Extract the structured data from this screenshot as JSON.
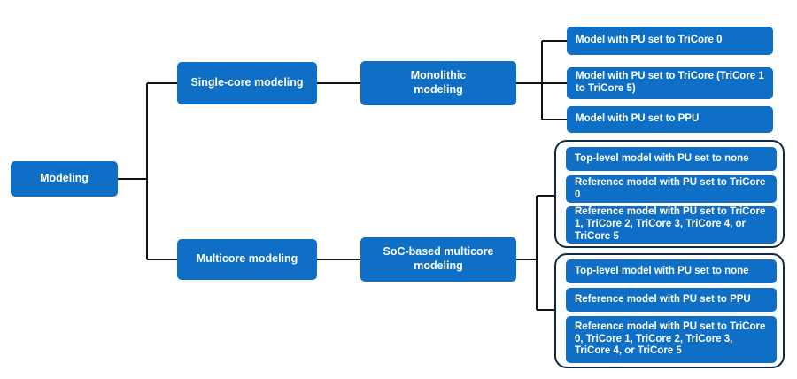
{
  "colors": {
    "node_fill": "#0f6fc6",
    "node_text": "#ffffff",
    "connector": "#111111",
    "group_border": "#0f2a44"
  },
  "root": {
    "label": "Modeling"
  },
  "branches": [
    {
      "label": "Single-core modeling",
      "approach": "Monolithic modeling",
      "leaves": [
        "Model with PU set to TriCore 0",
        "Model with PU set to TriCore (TriCore 1 to TriCore 5)",
        "Model with PU set to PPU"
      ]
    },
    {
      "label": "Multicore modeling",
      "approach": "SoC-based multicore modeling",
      "groups": [
        {
          "items": [
            "Top-level model with PU set to none",
            "Reference model with PU set to TriCore 0",
            "Reference model with PU set to TriCore 1, TriCore 2, TriCore 3, TriCore 4, or TriCore 5"
          ]
        },
        {
          "items": [
            "Top-level model with PU set to none",
            "Reference model with PU set to PPU",
            "Reference model with PU set to TriCore 0, TriCore 1, TriCore 2, TriCore 3, TriCore 4, or TriCore 5"
          ]
        }
      ]
    }
  ]
}
